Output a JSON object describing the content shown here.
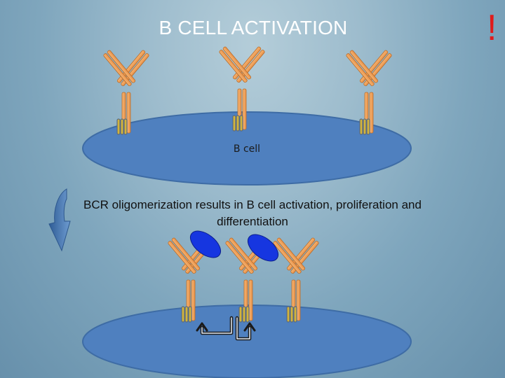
{
  "slide": {
    "title": "B CELL ACTIVATION",
    "mark": "!",
    "cell_label": "B cell",
    "caption": "BCR oligomerization results in B cell activation, proliferation and differentiation"
  },
  "colors": {
    "background": "#8fb2c7",
    "cell_fill": "#4f80bf",
    "cell_edge": "#3e6ca5",
    "antibody_orange": "#f0a25e",
    "antibody_edge": "#b86d2c",
    "signal_yellow": "#d2b43c",
    "signal_edge": "#5a6a80",
    "antigen_blue": "#1636e0",
    "arrow_blue": "#3f6ea8",
    "mark_red": "#e01b1b"
  },
  "icons": {
    "curved_arrow": "curved-arrow-icon",
    "signal_arrows": "signaling-arrows-icon"
  }
}
